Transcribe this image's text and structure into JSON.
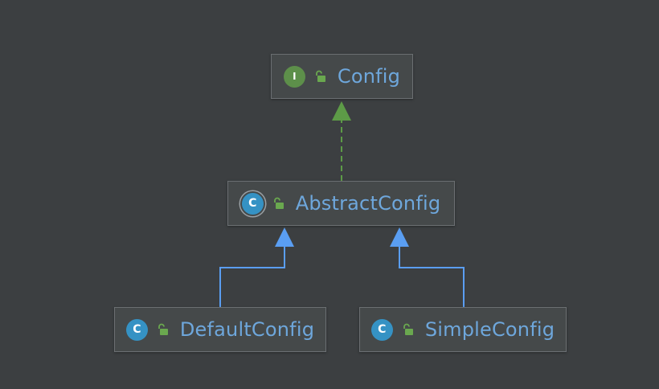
{
  "diagram": {
    "nodes": [
      {
        "id": "config",
        "label": "Config",
        "kind": "interface",
        "kind_glyph": "I",
        "visibility_icon": "unlock-icon"
      },
      {
        "id": "abstract",
        "label": "AbstractConfig",
        "kind": "abstract-class",
        "kind_glyph": "C",
        "visibility_icon": "unlock-icon"
      },
      {
        "id": "default",
        "label": "DefaultConfig",
        "kind": "class",
        "kind_glyph": "C",
        "visibility_icon": "unlock-icon"
      },
      {
        "id": "simple",
        "label": "SimpleConfig",
        "kind": "class",
        "kind_glyph": "C",
        "visibility_icon": "unlock-icon"
      }
    ],
    "edges": [
      {
        "from": "abstract",
        "to": "config",
        "type": "implements"
      },
      {
        "from": "default",
        "to": "abstract",
        "type": "extends"
      },
      {
        "from": "simple",
        "to": "abstract",
        "type": "extends"
      }
    ]
  },
  "colors": {
    "background": "#3c3f41",
    "node_fill": "#45494a",
    "node_border": "#6b6f72",
    "label_text": "#6ea7dc",
    "interface_badge": "#5d8f4a",
    "class_badge": "#3592c4",
    "implements_edge": "#5d9b47",
    "extends_edge": "#5a9ef2",
    "unlock_icon": "#6aa84f"
  }
}
